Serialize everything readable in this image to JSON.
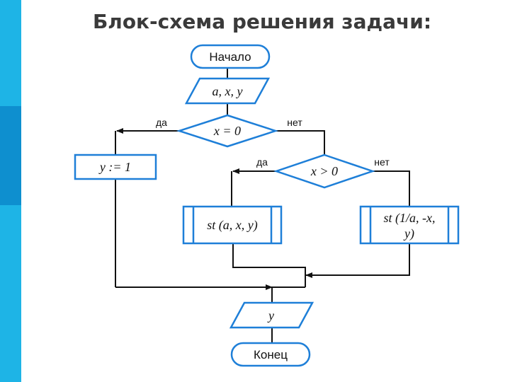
{
  "title": "Блок-схема решения задачи:",
  "blocks": {
    "start": "Начало",
    "input": "a, x, y",
    "cond1": "x = 0",
    "assign": "y := 1",
    "cond2": "x > 0",
    "proc_yes": "st (a, x, y)",
    "proc_no_line1": "st (1/a, -x,",
    "proc_no_line2": "y)",
    "output": "y",
    "end": "Конец"
  },
  "labels": {
    "cond1_yes": "да",
    "cond1_no": "нет",
    "cond2_yes": "да",
    "cond2_no": "нет"
  },
  "colors": {
    "accent": "#1E7FD8",
    "sidebar": "#1EB4E6",
    "sidebar_band": "#0E8FCF",
    "title": "#3A3A3A"
  }
}
